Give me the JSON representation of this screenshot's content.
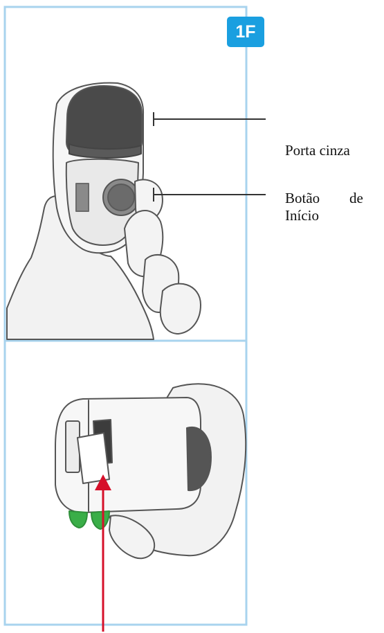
{
  "figure": {
    "step_badge": "1F",
    "callouts": {
      "gray_door": "Porta cinza",
      "start_button_word1": "Botão",
      "start_button_word2": "de",
      "start_button_word3": "Início"
    }
  },
  "colors": {
    "panel_border": "#a8d3ee",
    "badge": "#1a9fe0",
    "arrow": "#d6102a",
    "green_tabs": "#3aae48",
    "device_dark": "#4a4a4a"
  }
}
